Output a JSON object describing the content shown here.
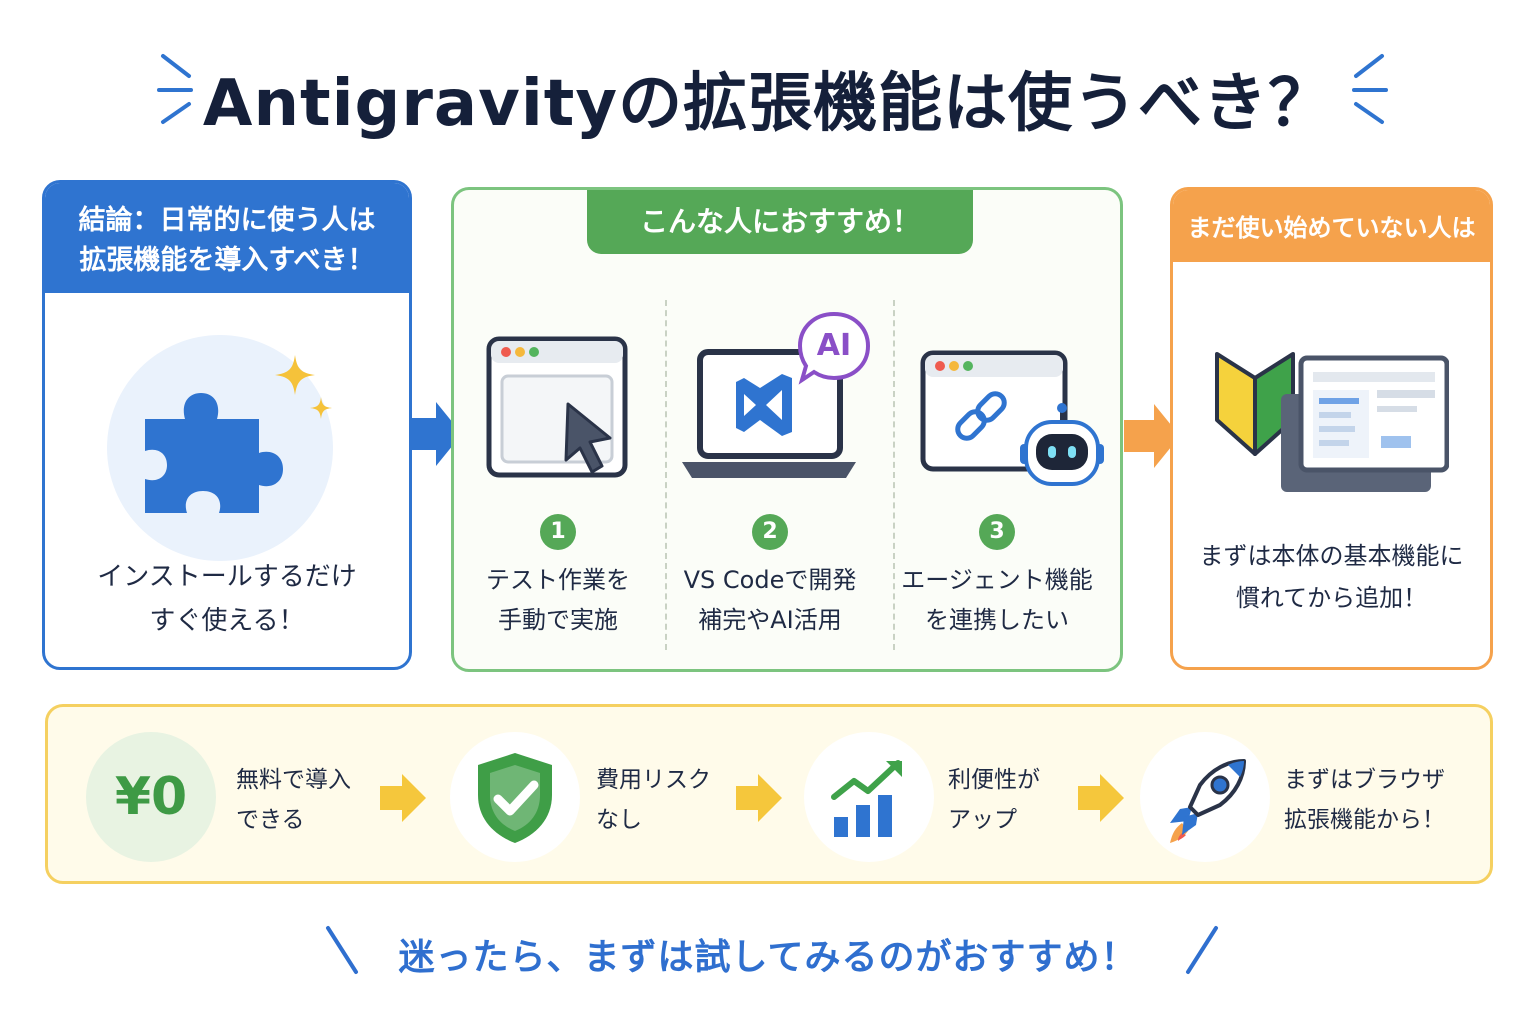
{
  "title": "Antigravityの拡張機能は使うべき？",
  "card_conclusion": {
    "header_line1": "結論：日常的に使う人は",
    "header_line2": "拡張機能を導入すべき！",
    "caption_line1": "インストールするだけ",
    "caption_line2": "すぐ使える！"
  },
  "card_recommend": {
    "tab": "こんな人におすすめ！",
    "items": [
      {
        "number": "1",
        "line1": "テスト作業を",
        "line2": "手動で実施"
      },
      {
        "number": "2",
        "line1": "VS Codeで開発",
        "line2": "補完やAI活用"
      },
      {
        "number": "3",
        "line1": "エージェント機能",
        "line2": "を連携したい"
      }
    ],
    "ai_badge": "AI"
  },
  "card_beginner": {
    "header": "まだ使い始めていない人は",
    "caption_line1": "まずは本体の基本機能に",
    "caption_line2": "慣れてから追加！"
  },
  "benefits": {
    "yen_label": "¥0",
    "steps": [
      {
        "line1": "無料で導入",
        "line2": "できる",
        "icon": "yen-icon"
      },
      {
        "line1": "費用リスク",
        "line2": "なし",
        "icon": "shield-check-icon"
      },
      {
        "line1": "利便性が",
        "line2": "アップ",
        "icon": "growth-chart-icon"
      },
      {
        "line1": "まずはブラウザ",
        "line2": "拡張機能から！",
        "icon": "rocket-icon"
      }
    ]
  },
  "footer": "迷ったら、まずは試してみるのがおすすめ！",
  "colors": {
    "blue": "#2f74d0",
    "green": "#55a857",
    "orange": "#f5a24c",
    "yellow": "#f5d060",
    "footer_text": "#2f6fcf"
  }
}
